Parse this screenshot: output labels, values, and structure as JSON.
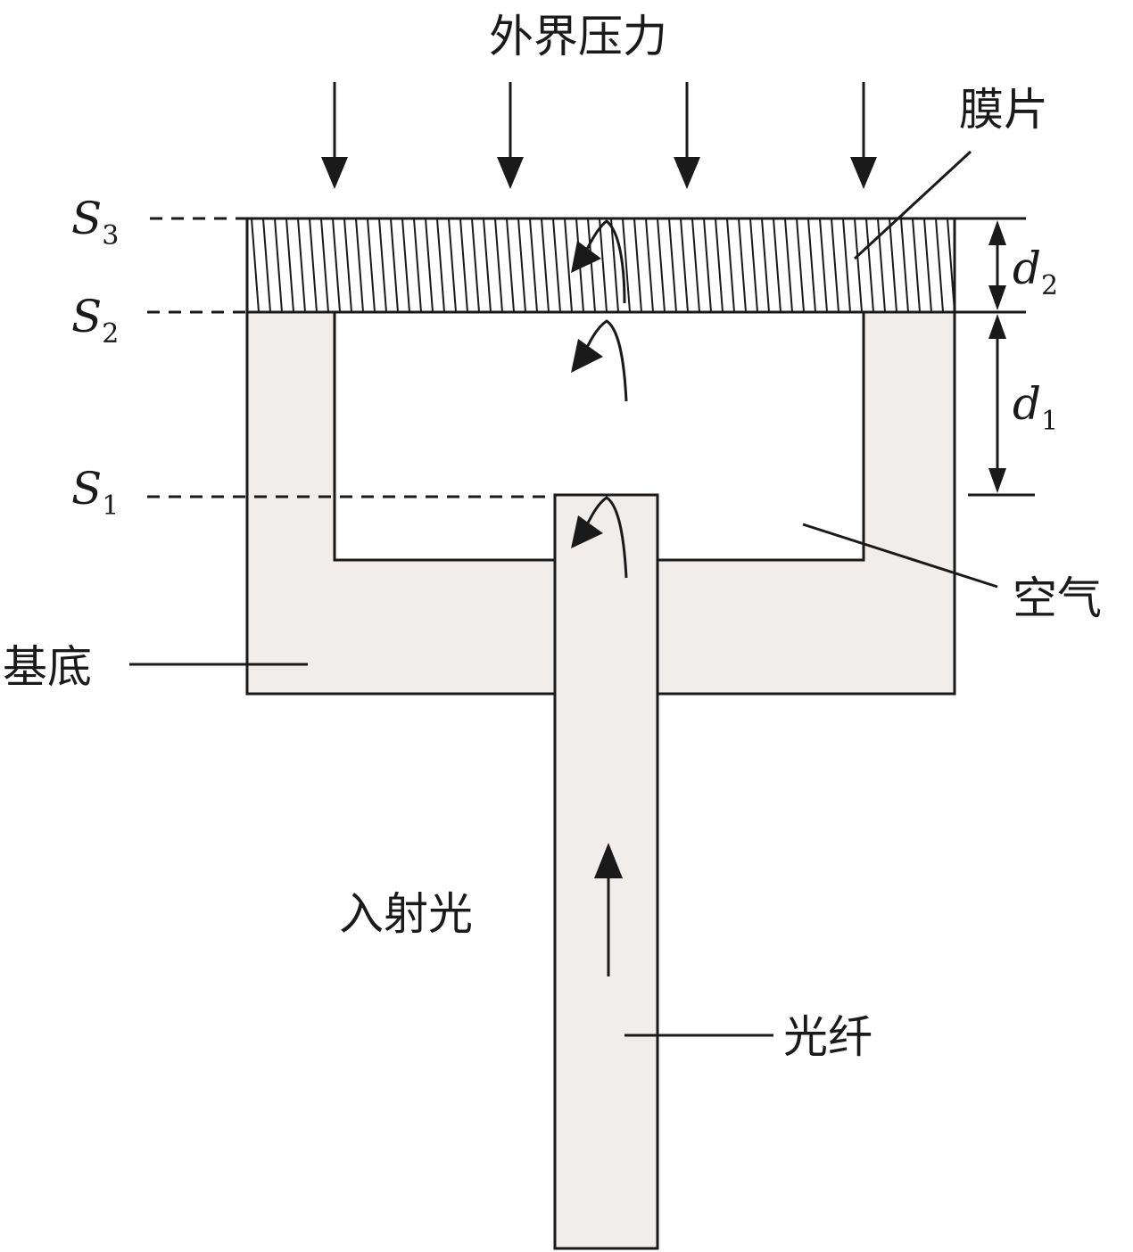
{
  "labels": {
    "external_pressure": "外界压力",
    "diaphragm": "膜片",
    "air": "空气",
    "substrate": "基底",
    "incident_light": "入射光",
    "fiber": "光纤"
  },
  "surfaces": {
    "s3": {
      "symbol": "S",
      "subscript": "3"
    },
    "s2": {
      "symbol": "S",
      "subscript": "2"
    },
    "s1": {
      "symbol": "S",
      "subscript": "1"
    }
  },
  "dimensions": {
    "d2": {
      "symbol": "d",
      "subscript": "2"
    },
    "d1": {
      "symbol": "d",
      "subscript": "1"
    }
  },
  "colors": {
    "line": "#1a1a1a",
    "substrate_fill": "#f1edeb",
    "background": "#ffffff"
  }
}
